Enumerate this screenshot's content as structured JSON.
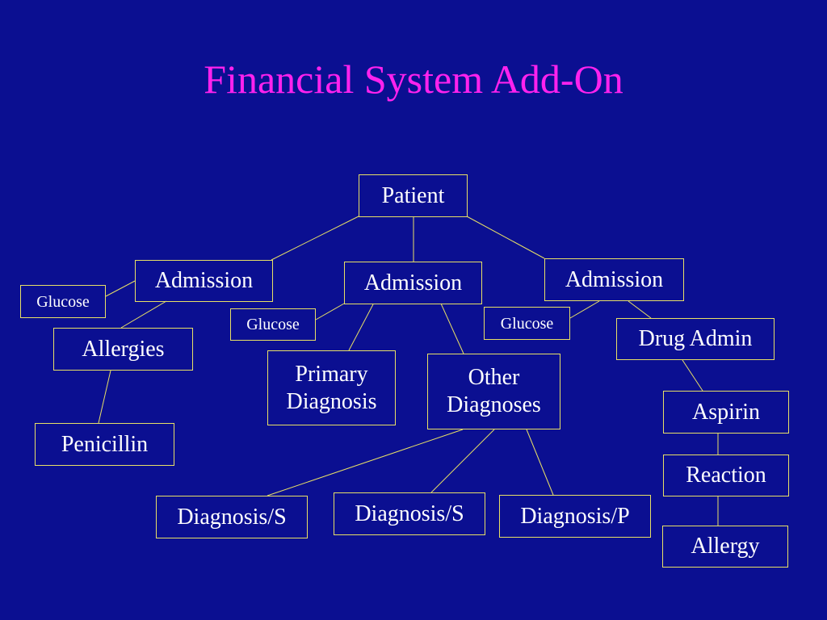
{
  "slide": {
    "title": "Financial System Add-On",
    "colors": {
      "background": "#0b0f91",
      "title": "#ff22ee",
      "text": "#ffffff",
      "lines": "#e8e066"
    }
  },
  "nodes": {
    "patient": "Patient",
    "admission_left": "Admission",
    "admission_center": "Admission",
    "admission_right": "Admission",
    "glucose_left": "Glucose",
    "glucose_center": "Glucose",
    "glucose_right": "Glucose",
    "allergies": "Allergies",
    "penicillin": "Penicillin",
    "primary_diagnosis": "Primary\nDiagnosis",
    "other_diagnoses": "Other\nDiagnoses",
    "diagnosis_s_left": "Diagnosis/S",
    "diagnosis_s_center": "Diagnosis/S",
    "diagnosis_p": "Diagnosis/P",
    "drug_admin": "Drug Admin",
    "aspirin": "Aspirin",
    "reaction": "Reaction",
    "allergy": "Allergy"
  }
}
